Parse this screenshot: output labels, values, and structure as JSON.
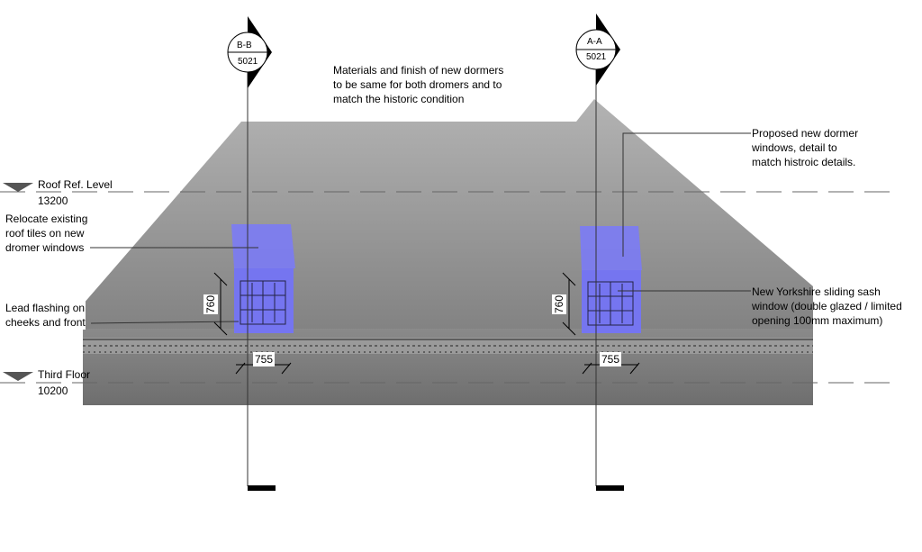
{
  "sections": [
    {
      "id": "B-B",
      "sheet": "5021"
    },
    {
      "id": "A-A",
      "sheet": "5021"
    }
  ],
  "levels": [
    {
      "name": "Roof Ref. Level",
      "elevation": "13200"
    },
    {
      "name": "Third Floor",
      "elevation": "10200"
    }
  ],
  "dimensions": {
    "height_left": "760",
    "width_left": "755",
    "height_right": "760",
    "width_right": "755"
  },
  "notes": {
    "materials": "Materials and finish of new dormers\nto be same for both dromers and to\nmatch the historic condition",
    "proposed": "Proposed new dormer\nwindows, detail to\nmatch histroic details.",
    "relocate": "Relocate existing\nroof tiles on new\ndromer windows",
    "lead": "Lead flashing on\ncheeks and front",
    "sash": "New Yorkshire sliding sash\nwindow (double glazed / limited\nopening 100mm maximum)"
  },
  "colors": {
    "dormer": "#7b7bf5",
    "roof_top": "#b0b0b0",
    "roof_bottom": "#7a7a7a"
  }
}
